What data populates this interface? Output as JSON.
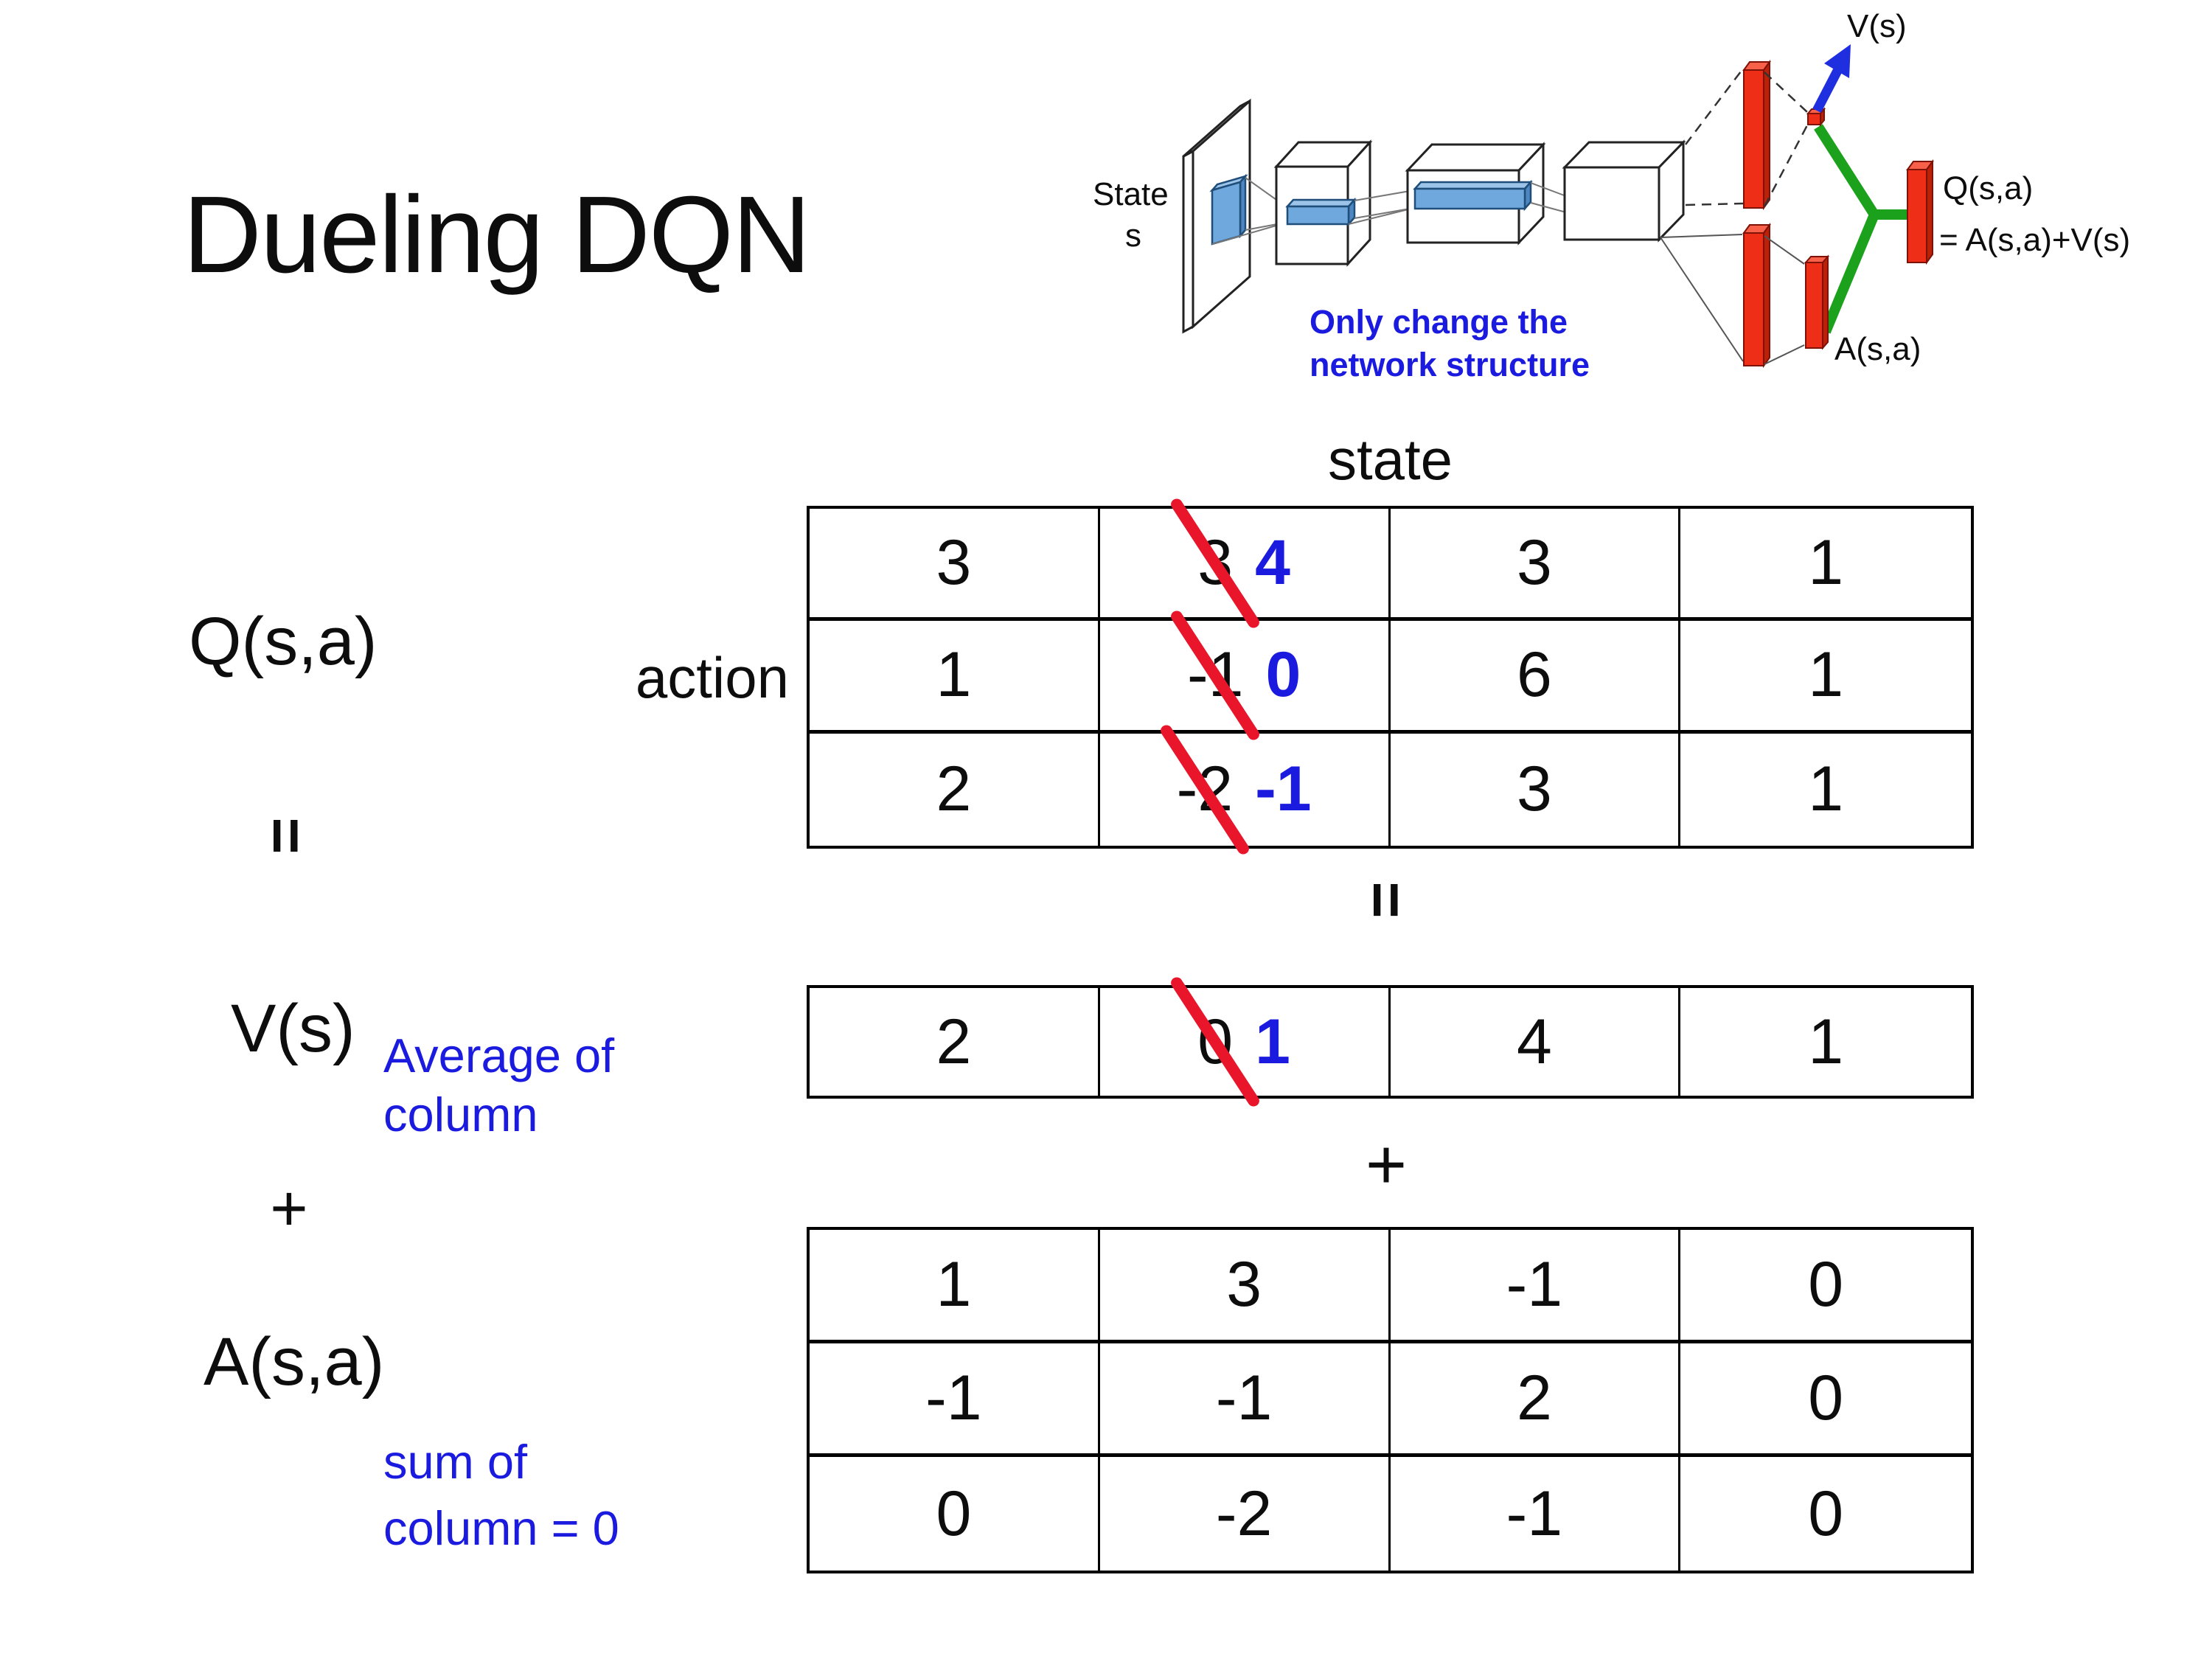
{
  "title": "Dueling DQN",
  "network_diagram": {
    "input_label_line1": "State",
    "input_label_line2": "s",
    "note_line1": "Only change the",
    "note_line2": "network structure",
    "v_output_label": "V(s)",
    "q_output_label_line1": "Q(s,a)",
    "q_output_label_line2": "= A(s,a)+V(s)",
    "a_output_label": "A(s,a)"
  },
  "equation_labels": {
    "q": "Q(s,a)",
    "equals_left": "=",
    "v": "V(s)",
    "plus_left": "+",
    "a": "A(s,a)",
    "equals_center": "=",
    "plus_center": "+",
    "average_note_line1": "Average of",
    "average_note_line2": "column",
    "sum_note_line1": "sum of",
    "sum_note_line2": "column = 0"
  },
  "q_table": {
    "header": "state",
    "side_label": "action",
    "rows": [
      [
        "3",
        {
          "old": "3",
          "new": "4"
        },
        "3",
        "1"
      ],
      [
        "1",
        {
          "old": "-1",
          "new": "0"
        },
        "6",
        "1"
      ],
      [
        "2",
        {
          "old": "-2",
          "new": "-1"
        },
        "3",
        "1"
      ]
    ]
  },
  "v_table": {
    "rows": [
      [
        "2",
        {
          "old": "0",
          "new": "1"
        },
        "4",
        "1"
      ]
    ]
  },
  "a_table": {
    "rows": [
      [
        "1",
        "3",
        "-1",
        "0"
      ],
      [
        "-1",
        "-1",
        "2",
        "0"
      ],
      [
        "0",
        "-2",
        "-1",
        "0"
      ]
    ]
  },
  "colors": {
    "red_bar": "#ee2e16",
    "green_connector": "#1ba11b",
    "arrow_blue": "#1f2fe0",
    "conv_blue": "#6fa8dc",
    "annotation_blue": "#1b1be0",
    "strike_red": "#e8152b"
  }
}
